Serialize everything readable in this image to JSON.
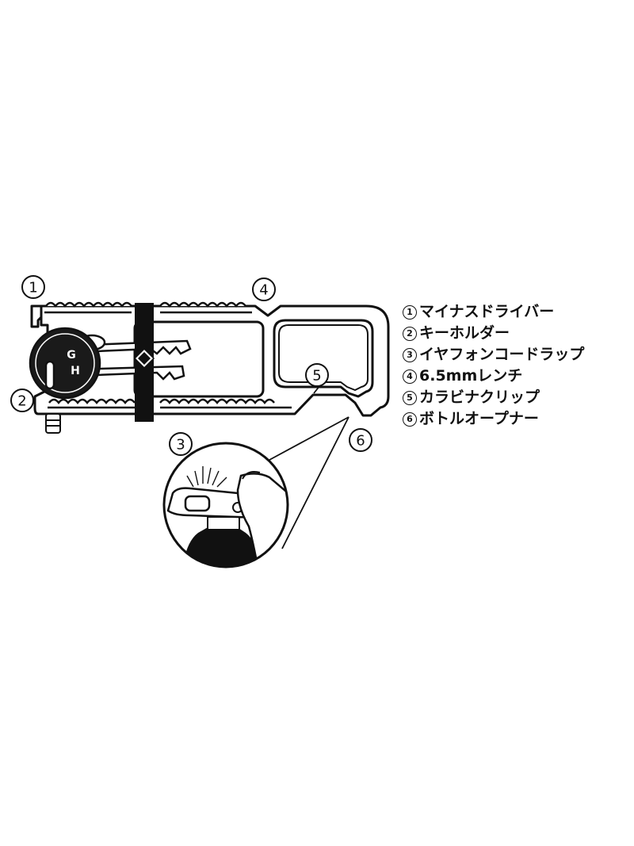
{
  "callouts": [
    "1",
    "2",
    "3",
    "4",
    "5",
    "6"
  ],
  "key_letters": [
    "G",
    "H"
  ],
  "legend": [
    {
      "num": "1",
      "text": "マイナスドライバー"
    },
    {
      "num": "2",
      "text": "キーホルダー"
    },
    {
      "num": "3",
      "text": "イヤフォンコードラップ"
    },
    {
      "num": "4",
      "text": "6.5mmレンチ"
    },
    {
      "num": "5",
      "text": "カラビナクリップ"
    },
    {
      "num": "6",
      "text": "ボトルオープナー"
    }
  ],
  "colors": {
    "ink": "#111111",
    "paper": "#ffffff",
    "tool_fill": "#ffffff",
    "dark": "#1a1a1a"
  }
}
